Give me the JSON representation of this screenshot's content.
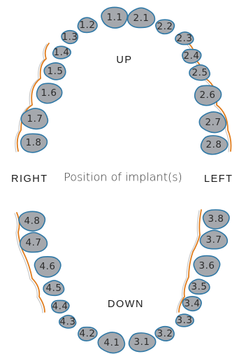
{
  "labels": {
    "up": "UP",
    "down": "DOWN",
    "right": "RIGHT",
    "left": "LEFT",
    "caption": "Position of implant(s)"
  },
  "colors": {
    "tooth_fill": "#a5a8ad",
    "tooth_outline": "#2f78a6",
    "gum_line": "#e07d1e"
  },
  "upper_teeth": [
    "1.8",
    "1.7",
    "1.6",
    "1.5",
    "1.4",
    "1.3",
    "1.2",
    "1.1",
    "2.1",
    "2.2",
    "2.3",
    "2.4",
    "2.5",
    "2.6",
    "2.7",
    "2.8"
  ],
  "lower_teeth": [
    "4.8",
    "4.7",
    "4.6",
    "4.5",
    "4.4",
    "4.3",
    "4.2",
    "4.1",
    "3.1",
    "3.2",
    "3.3",
    "3.4",
    "3.5",
    "3.6",
    "3.7",
    "3.8"
  ]
}
